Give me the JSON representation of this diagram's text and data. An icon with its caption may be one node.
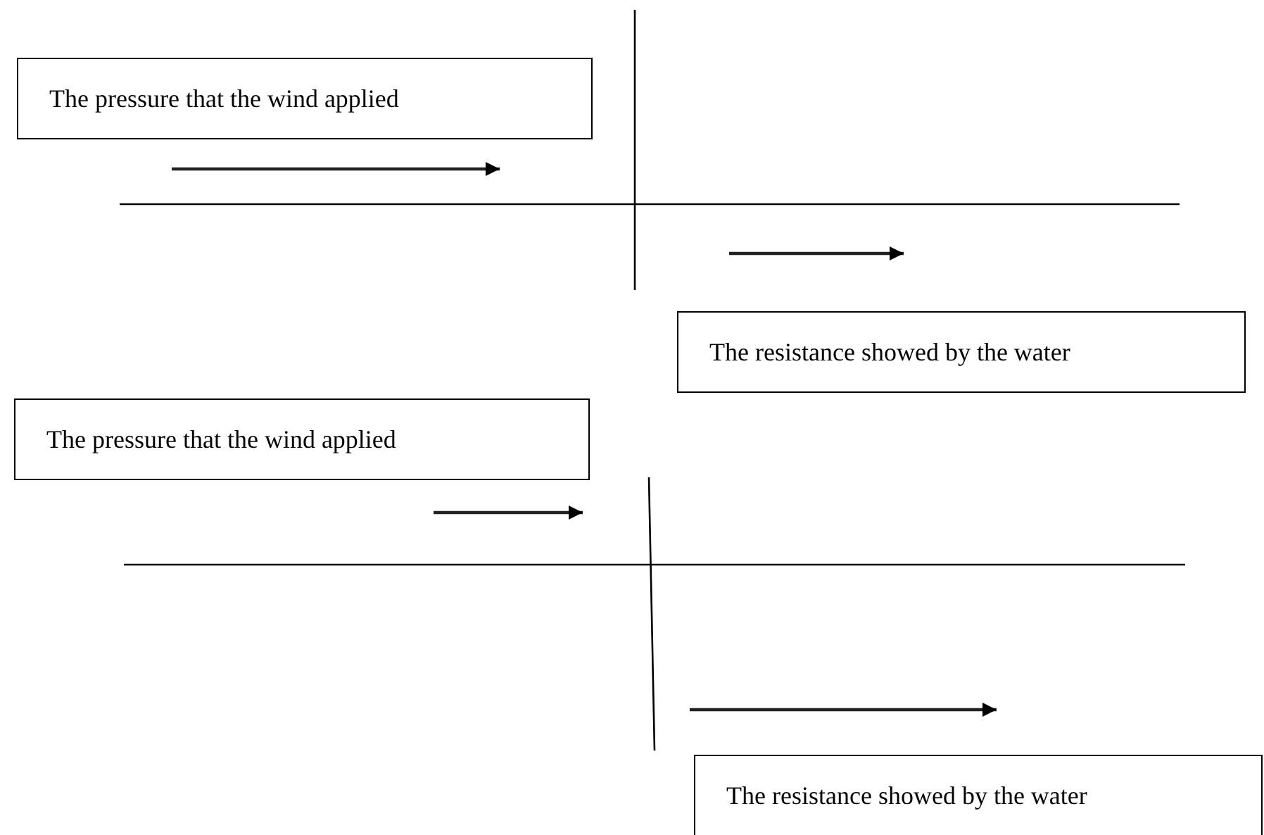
{
  "diagram": {
    "nodes": [
      {
        "text": [
          "The pressure that the wind applied"
        ]
      },
      {
        "text": [
          "The resistance showed by the water"
        ]
      },
      {
        "text": [
          "The pressure that the wind applied"
        ]
      },
      {
        "text": [
          "The resistance showed by the water"
        ]
      }
    ]
  }
}
